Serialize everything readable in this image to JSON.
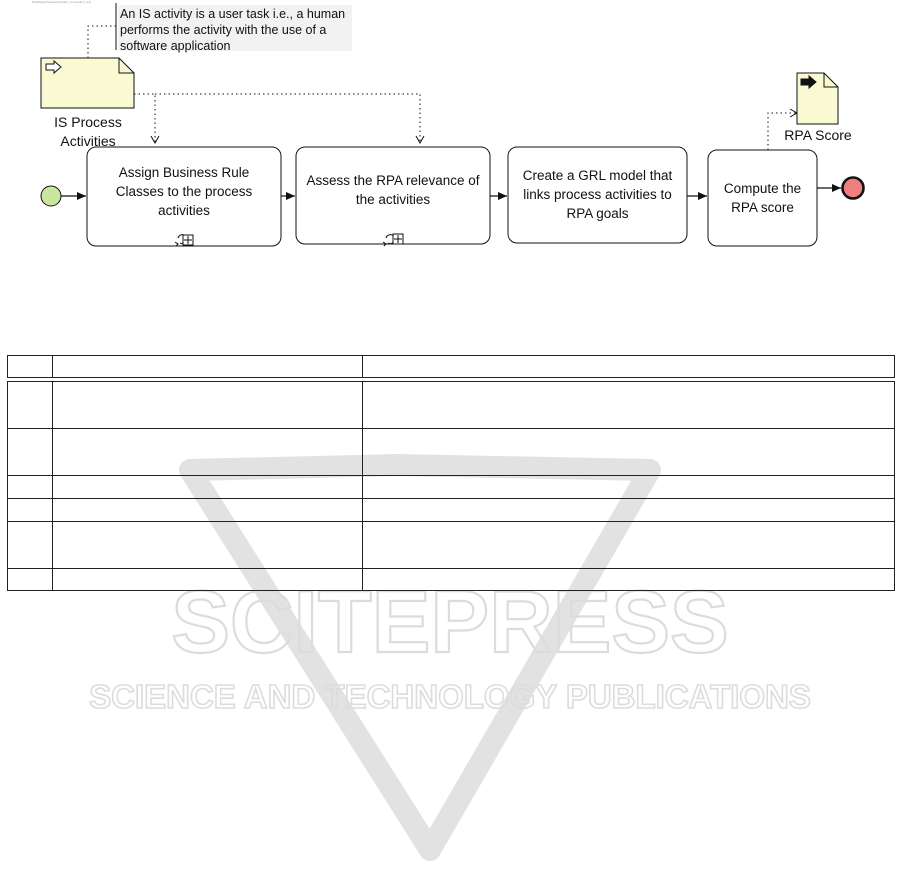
{
  "annotation": {
    "tiny_caption": "RoadMap/ProcessActivities_Annotation_text",
    "text": "An IS activity is a user task i.e., a human performs the activity with the use of a software application"
  },
  "input_object": {
    "label": "IS Process Activities"
  },
  "output_object": {
    "label": "RPA Score"
  },
  "tasks": [
    {
      "label": "Assign Business Rule Classes to the process activities"
    },
    {
      "label": "Assess the RPA relevance of  the activities"
    },
    {
      "label": "Create a GRL model that links process activities to RPA goals"
    },
    {
      "label": "Compute the RPA score"
    }
  ],
  "colors": {
    "start_event": "#c8e6a0",
    "end_event": "#f08080",
    "data_object": "#fafad2",
    "annotation_bg": "#f2f2f2"
  },
  "watermark": {
    "brand": "SCITEPRESS",
    "tagline": "SCIENCE AND TECHNOLOGY PUBLICATIONS"
  },
  "table": {
    "rows": 7,
    "cols": 3
  }
}
